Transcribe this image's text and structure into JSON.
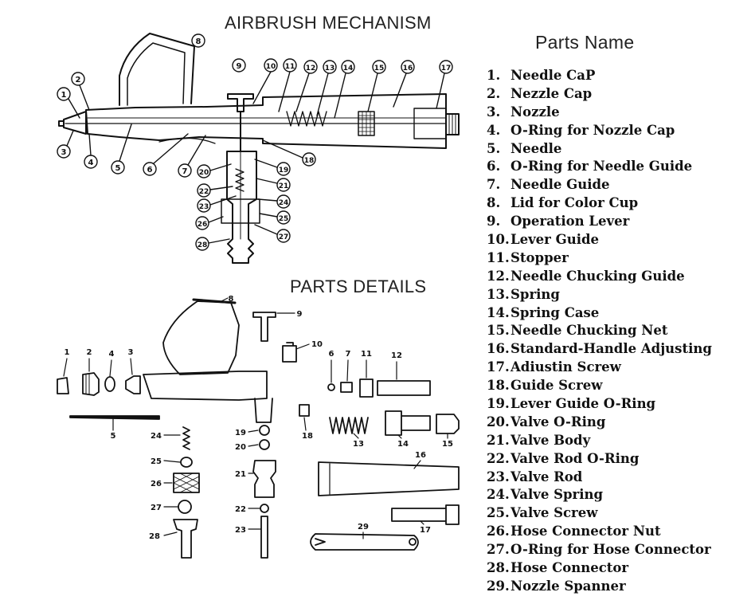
{
  "titles": {
    "mechanism": "AIRBRUSH MECHANISM",
    "details": "PARTS DETAILS",
    "parts_name": "Parts Name"
  },
  "parts": [
    {
      "num": "1.",
      "name": "Needle CaP"
    },
    {
      "num": "2.",
      "name": "Nezzle Cap"
    },
    {
      "num": "3.",
      "name": "Nozzle"
    },
    {
      "num": "4.",
      "name": "O-Ring for Nozzle Cap"
    },
    {
      "num": "5.",
      "name": "Needle"
    },
    {
      "num": "6.",
      "name": "O-Ring for Needle Guide"
    },
    {
      "num": "7.",
      "name": "Needle Guide"
    },
    {
      "num": "8.",
      "name": "Lid for Color Cup"
    },
    {
      "num": "9.",
      "name": "Operation Lever"
    },
    {
      "num": "10.",
      "name": "Lever Guide"
    },
    {
      "num": "11.",
      "name": "Stopper"
    },
    {
      "num": "12.",
      "name": "Needle Chucking  Guide"
    },
    {
      "num": "13.",
      "name": "Spring"
    },
    {
      "num": "14.",
      "name": "Spring Case"
    },
    {
      "num": "15.",
      "name": "Needle Chucking Net"
    },
    {
      "num": "16.",
      "name": "Standard-Handle Adjusting"
    },
    {
      "num": "17.",
      "name": "Adiustin Screw"
    },
    {
      "num": "18.",
      "name": "Guide Screw"
    },
    {
      "num": "19.",
      "name": "Lever Guide O-Ring"
    },
    {
      "num": "20.",
      "name": "Valve O-Ring"
    },
    {
      "num": "21.",
      "name": "Valve Body"
    },
    {
      "num": "22.",
      "name": "Valve Rod O-Ring"
    },
    {
      "num": "23.",
      "name": "Valve Rod"
    },
    {
      "num": "24.",
      "name": "Valve Spring"
    },
    {
      "num": "25.",
      "name": "Valve Screw"
    },
    {
      "num": "26.",
      "name": "Hose Connector Nut"
    },
    {
      "num": "27.",
      "name": "O-Ring for Hose Connector"
    },
    {
      "num": "28.",
      "name": "Hose Connector"
    },
    {
      "num": "29.",
      "name": "Nozzle Spanner"
    }
  ],
  "mechanism_callouts": [
    "1",
    "2",
    "3",
    "4",
    "5",
    "6",
    "7",
    "8",
    "9",
    "10",
    "11",
    "12",
    "13",
    "14",
    "15",
    "16",
    "17",
    "18",
    "19",
    "20",
    "21",
    "22",
    "23",
    "24",
    "25",
    "26",
    "27",
    "28"
  ],
  "detail_labels": [
    "1",
    "2",
    "4",
    "3",
    "8",
    "9",
    "10",
    "6",
    "7",
    "11",
    "12",
    "5",
    "24",
    "25",
    "26",
    "27",
    "28",
    "19",
    "20",
    "21",
    "22",
    "23",
    "18",
    "13",
    "14",
    "15",
    "16",
    "17",
    "29"
  ]
}
